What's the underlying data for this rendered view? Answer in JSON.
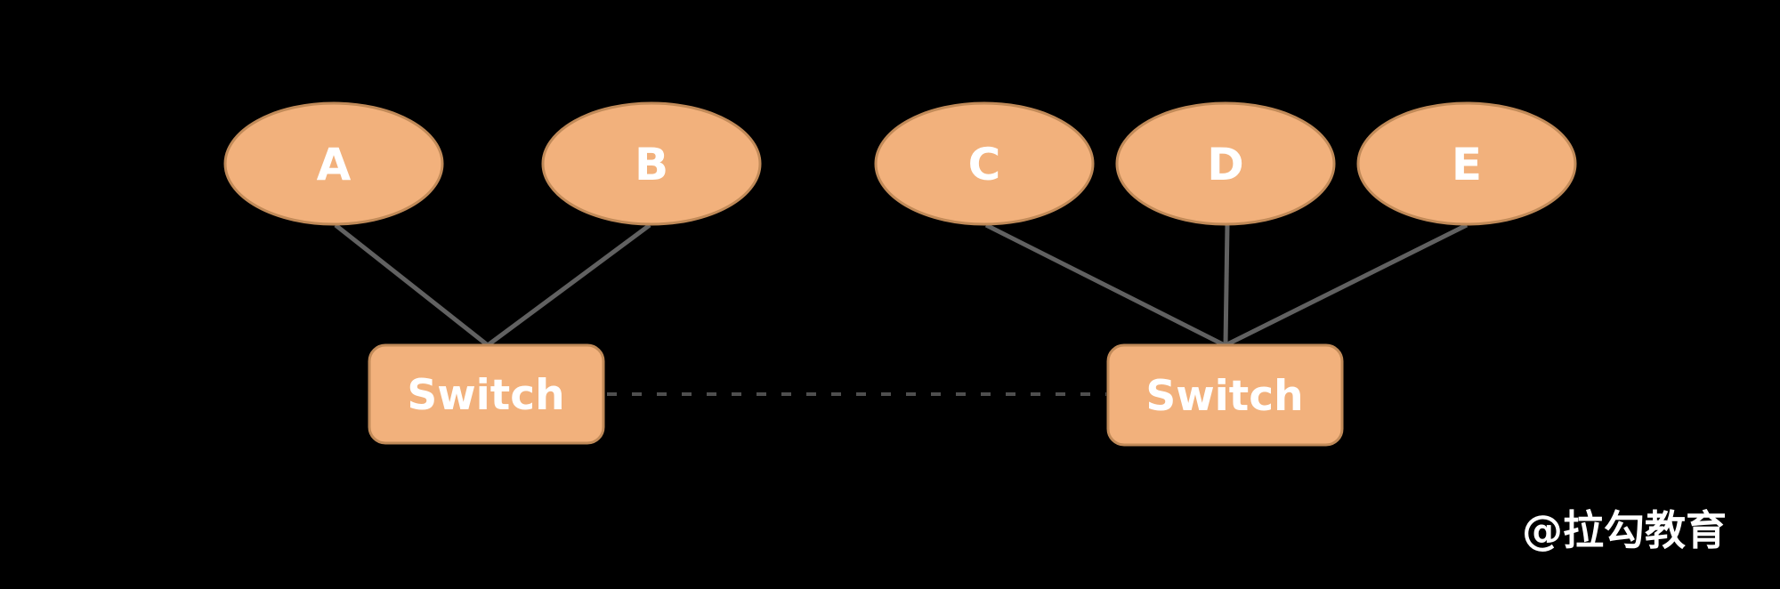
{
  "diagram": {
    "type": "network-topology",
    "hosts": [
      {
        "id": "A",
        "label": "A"
      },
      {
        "id": "B",
        "label": "B"
      },
      {
        "id": "C",
        "label": "C"
      },
      {
        "id": "D",
        "label": "D"
      },
      {
        "id": "E",
        "label": "E"
      }
    ],
    "switches": [
      {
        "id": "switch-left",
        "label": "Switch"
      },
      {
        "id": "switch-right",
        "label": "Switch"
      }
    ],
    "edges": [
      {
        "from": "A",
        "to": "switch-left",
        "style": "solid"
      },
      {
        "from": "B",
        "to": "switch-left",
        "style": "solid"
      },
      {
        "from": "C",
        "to": "switch-right",
        "style": "solid"
      },
      {
        "from": "D",
        "to": "switch-right",
        "style": "solid"
      },
      {
        "from": "E",
        "to": "switch-right",
        "style": "solid"
      },
      {
        "from": "switch-left",
        "to": "switch-right",
        "style": "dashed"
      }
    ],
    "colors": {
      "background": "#000000",
      "node_fill": "#F2B17C",
      "node_border": "#C18A58",
      "edge": "#616161",
      "edge_dashed": "#4F4F4F",
      "label": "#FFFFFF"
    }
  },
  "watermark": {
    "text": "@拉勾教育"
  }
}
